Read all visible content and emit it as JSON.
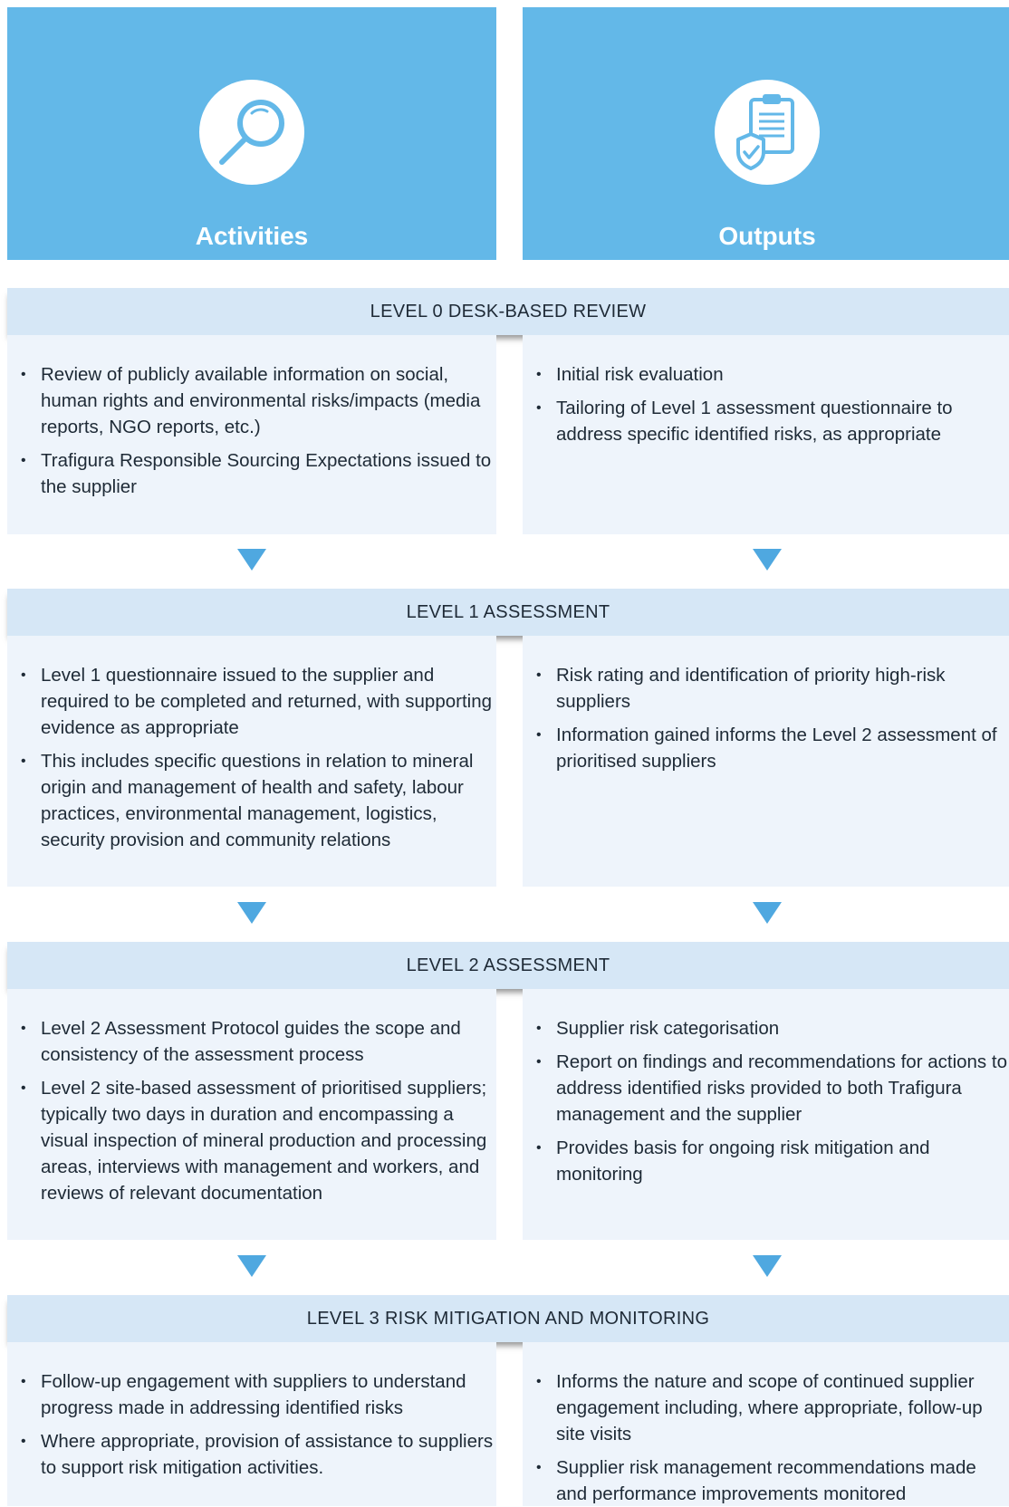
{
  "headers": {
    "activities": {
      "title": "Activities",
      "icon": "magnifying-glass-icon"
    },
    "outputs": {
      "title": "Outputs",
      "icon": "clipboard-shield-icon"
    }
  },
  "levels": [
    {
      "title": "LEVEL 0 DESK-BASED REVIEW",
      "activities": [
        "Review of publicly available information on social, human rights and environmental risks/impacts (media reports, NGO reports, etc.)",
        "Trafigura Responsible Sourcing Expectations issued to the supplier"
      ],
      "outputs": [
        "Initial risk evaluation",
        "Tailoring of Level 1 assessment questionnaire to address specific identified risks, as appropriate"
      ]
    },
    {
      "title": "LEVEL 1 ASSESSMENT",
      "activities": [
        "Level 1 questionnaire issued to the supplier and required to be completed and returned, with supporting evidence as appropriate",
        "This includes specific questions in relation to mineral origin and management of health and safety, labour practices, environmental management, logistics, security provision and community relations"
      ],
      "outputs": [
        "Risk rating and identification of priority high-risk suppliers",
        "Information gained informs the Level 2 assessment of prioritised suppliers"
      ]
    },
    {
      "title": "LEVEL 2 ASSESSMENT",
      "activities": [
        "Level 2 Assessment Protocol guides the scope and consistency of the assessment process",
        "Level 2 site-based assessment of prioritised suppliers; typically two days in duration and encompassing a visual inspection of mineral production and processing areas, interviews with management and workers, and reviews of relevant documentation"
      ],
      "outputs": [
        "Supplier risk categorisation",
        "Report on findings and recommendations for actions to address identified risks provided to both Trafigura management and the supplier",
        "Provides basis for ongoing risk mitigation and monitoring"
      ]
    },
    {
      "title": "LEVEL 3 RISK MITIGATION AND MONITORING",
      "activities": [
        "Follow-up engagement with suppliers to understand progress made in addressing identified risks",
        "Where appropriate, provision of assistance to suppliers to support risk mitigation activities."
      ],
      "outputs": [
        "Informs the nature and scope of continued supplier engagement including, where appropriate, follow-up site visits",
        "Supplier risk management recommendations made and performance improvements monitored"
      ]
    }
  ],
  "colors": {
    "header_bg": "#63b8e8",
    "band_bg": "#d6e7f6",
    "panel_bg": "#eef4fb",
    "arrow": "#4fa8e0"
  }
}
